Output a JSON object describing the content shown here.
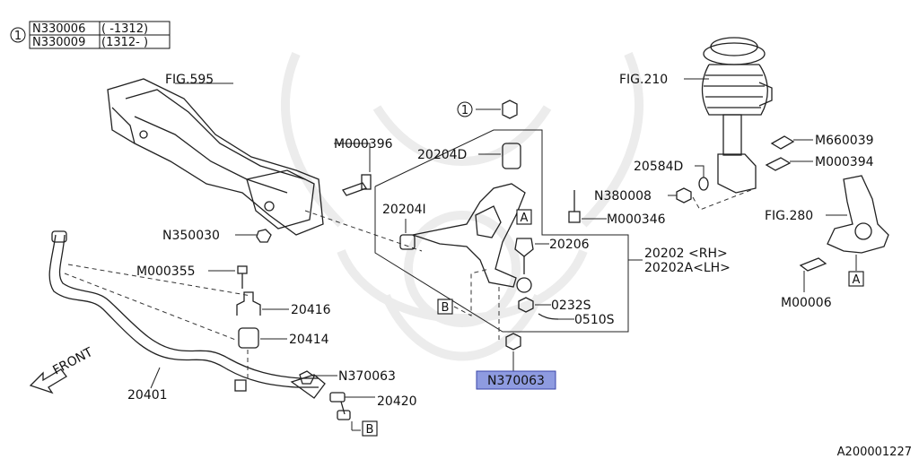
{
  "legend": {
    "marker": "1",
    "rows": [
      {
        "part": "N330006",
        "range": "( -1312)"
      },
      {
        "part": "N330009",
        "range": "(1312- )"
      }
    ]
  },
  "labels": {
    "fig595": "FIG.595",
    "fig210": "FIG.210",
    "fig280": "FIG.280",
    "m000396": "M000396",
    "n350030": "N350030",
    "m000355": "M000355",
    "p20416": "20416",
    "p20414": "20414",
    "p20401": "20401",
    "n370063_link": "N370063",
    "p20420": "20420",
    "p20204D": "20204D",
    "p20204I": "20204I",
    "p20206": "20206",
    "p20202_rh": "20202 <RH>",
    "p20202a_lh": "20202A<LH>",
    "p0232S": "0232S",
    "p0510S": "0510S",
    "n370063_selected": "N370063",
    "p20584D": "20584D",
    "n380008": "N380008",
    "m000346": "M000346",
    "m660039": "M660039",
    "m000394": "M000394",
    "m00006": "M00006",
    "front": "FRONT",
    "ref_a": "A",
    "ref_b": "B",
    "circle_one": "1",
    "diagram_id": "A200001227"
  },
  "colors": {
    "highlight_fill": "#8e9be0",
    "highlight_stroke": "#3a46a8",
    "line": "#222222",
    "watermark": "#ececec"
  }
}
